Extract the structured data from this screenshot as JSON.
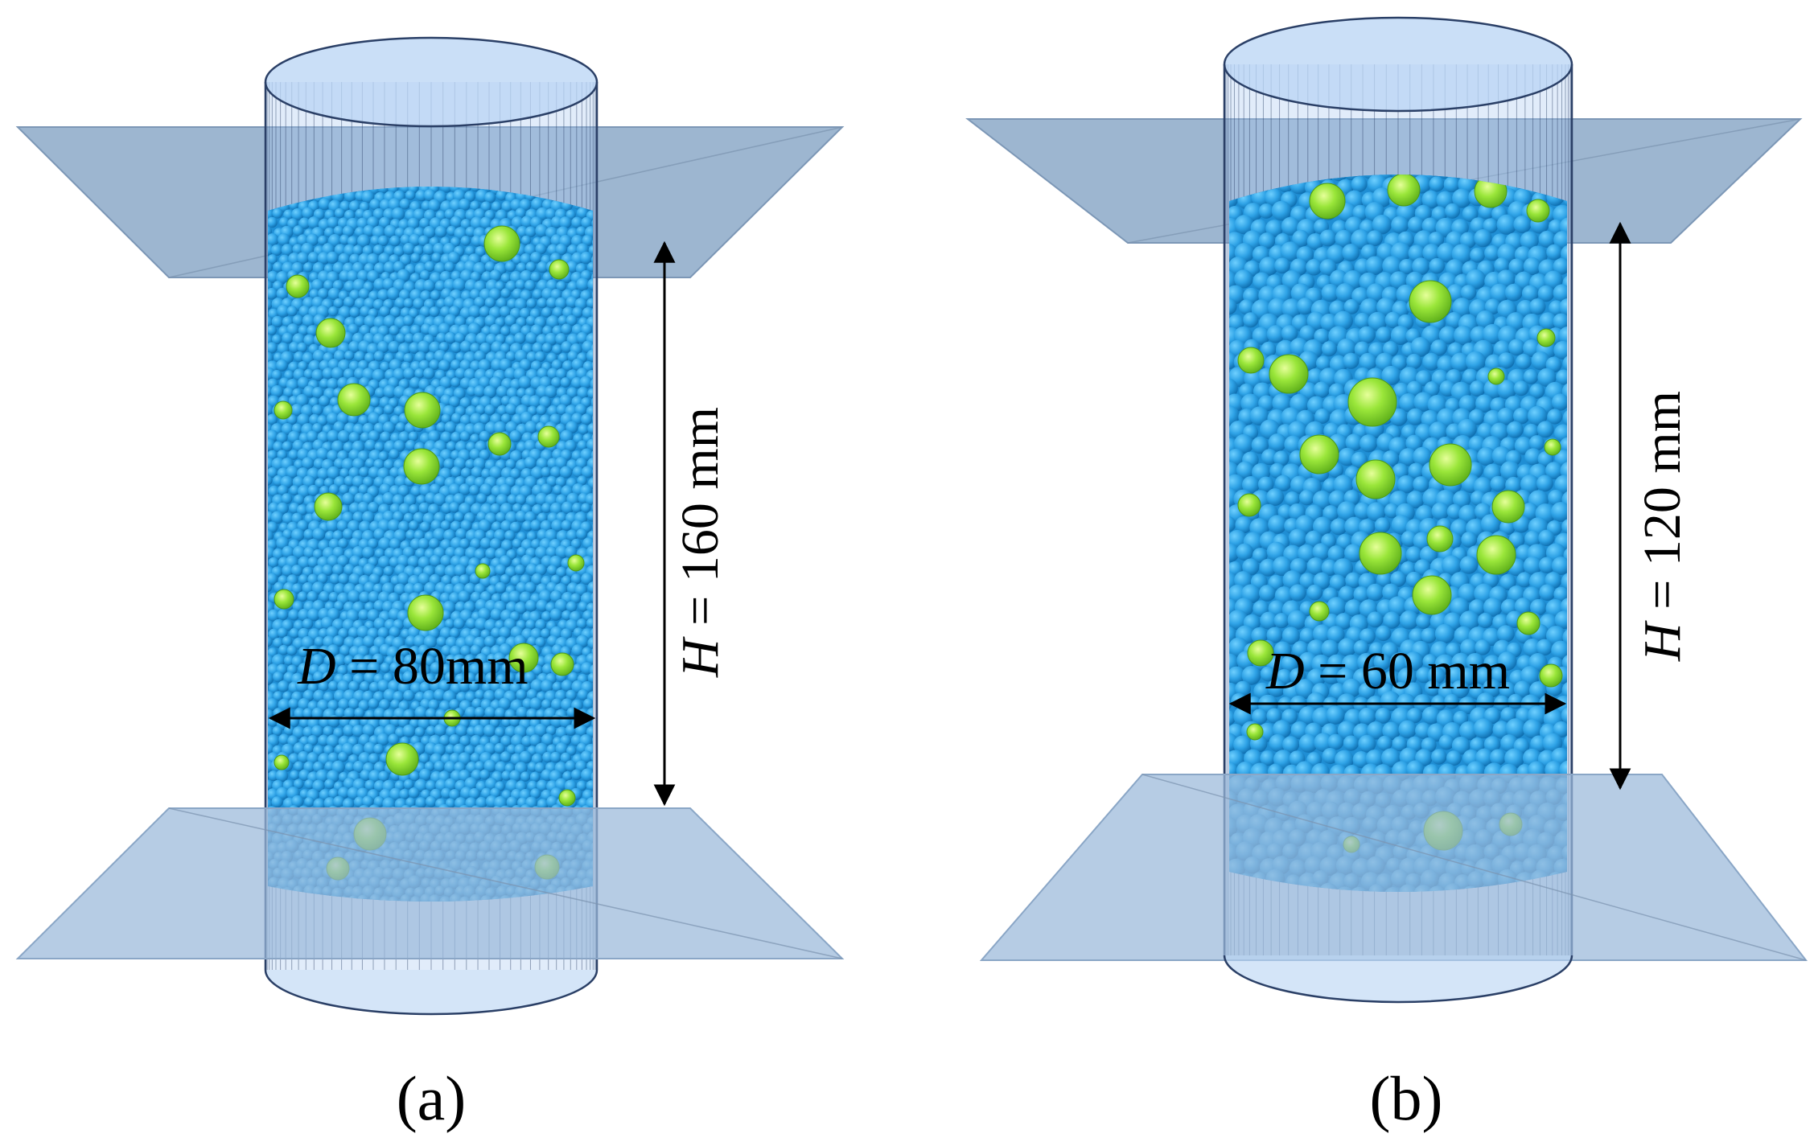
{
  "colors": {
    "background": "#ffffff",
    "plate_fill": "#8ca9c8",
    "cylinder_fill": "#a8c8f0",
    "cylinder_line": "#2a3f66",
    "particle_blue": "#2ea2e6",
    "particle_blue_dark": "#0f6fb0",
    "particle_green": "#7fd62a",
    "particle_green_light": "#c6f06a",
    "arrow": "#000000"
  },
  "icons": {
    "loading_plate": "translucent-parallelogram-plate",
    "cylinder_wall": "translucent-cylinder",
    "dimension_arrow": "double-headed-arrow"
  },
  "panels": [
    {
      "id": "a",
      "caption": "(a)",
      "diameter": {
        "symbol": "D",
        "rest": " = 80mm"
      },
      "height": {
        "symbol": "H",
        "rest": " = 160 mm"
      },
      "diameter_mm": 80,
      "height_mm": 160,
      "green_particles": 24
    },
    {
      "id": "b",
      "caption": "(b)",
      "diameter": {
        "symbol": "D",
        "rest": " = 60 mm"
      },
      "height": {
        "symbol": "H",
        "rest": " = 120 mm"
      },
      "diameter_mm": 60,
      "height_mm": 120,
      "green_particles": 28
    }
  ]
}
